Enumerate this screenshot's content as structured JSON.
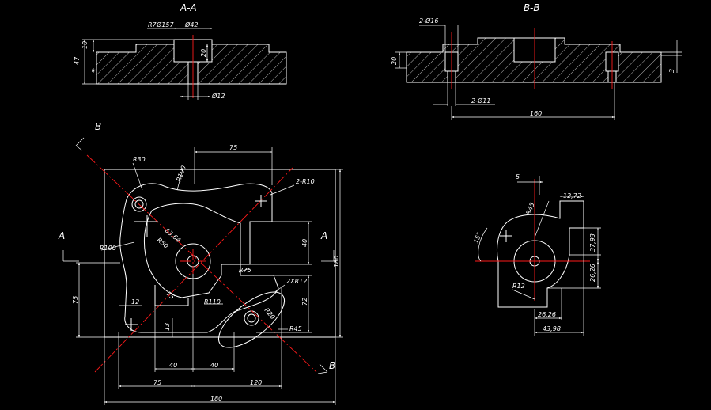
{
  "views": {
    "section_aa_title": "A-A",
    "section_bb_title": "B-B",
    "plan_marker_a": "A",
    "plan_marker_b": "B"
  },
  "section_aa": {
    "height_47": "47",
    "height_10": "10",
    "height_3": "3",
    "depth_20": "20",
    "dia_157": "Ø157",
    "dia_142": "Ø42",
    "r_small": "R7",
    "dia_12": "Ø12"
  },
  "section_bb": {
    "holes_top": "2-Ø16",
    "holes_bottom": "2-Ø11",
    "height_20": "20",
    "height_3": "3",
    "width_160": "160"
  },
  "plan": {
    "dim_75_top": "75",
    "r30": "R30",
    "r100_top": "R100",
    "r10": "2-R10",
    "r100_left": "R100",
    "dim_6364": "63,64",
    "r50": "R50",
    "dim_40_right": "40",
    "dim_180_right": "180",
    "r75": "R75",
    "r12": "2XR12",
    "dim_72": "72",
    "r110": "R110",
    "r20": "R20",
    "r45": "R45",
    "dim_75_left": "75",
    "dim_12": "12",
    "dim_75_diag": "75",
    "dim_13": "13",
    "dim_40_a": "40",
    "dim_40_b": "40",
    "dim_75_bottom": "75",
    "dim_120": "120",
    "dim_180_bottom": "180"
  },
  "detail": {
    "dim_5": "5",
    "dim_1272": "12,72",
    "r45": "R45",
    "angle_15": "15°",
    "dim_3793": "37,93",
    "dim_2626_right": "26,26",
    "r12": "R12",
    "dim_2626_bottom": "26,26",
    "dim_4398": "43,98"
  }
}
